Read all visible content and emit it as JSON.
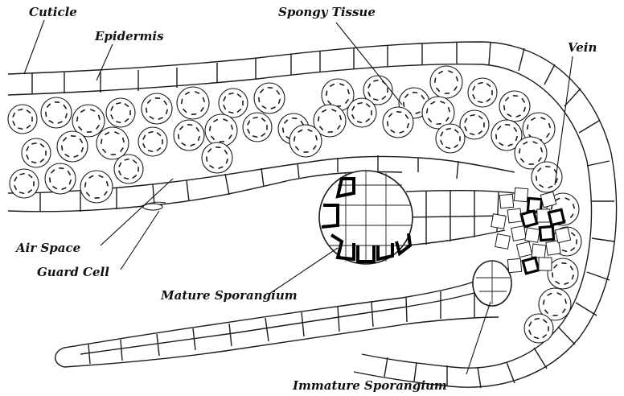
{
  "labels": {
    "cuticle": "Cuticle",
    "epidermis": "Epidermis",
    "spongy_tissue": "Spongy Tissue",
    "vein": "Vein",
    "air_space": "Air Space",
    "guard_cell": "Guard Cell",
    "mature_sporangium": "Mature Sporangium",
    "immature_sporangium": "Immature Sporangium"
  },
  "colors": {
    "ink": "#1a1a1a",
    "paper": "#ffffff"
  }
}
